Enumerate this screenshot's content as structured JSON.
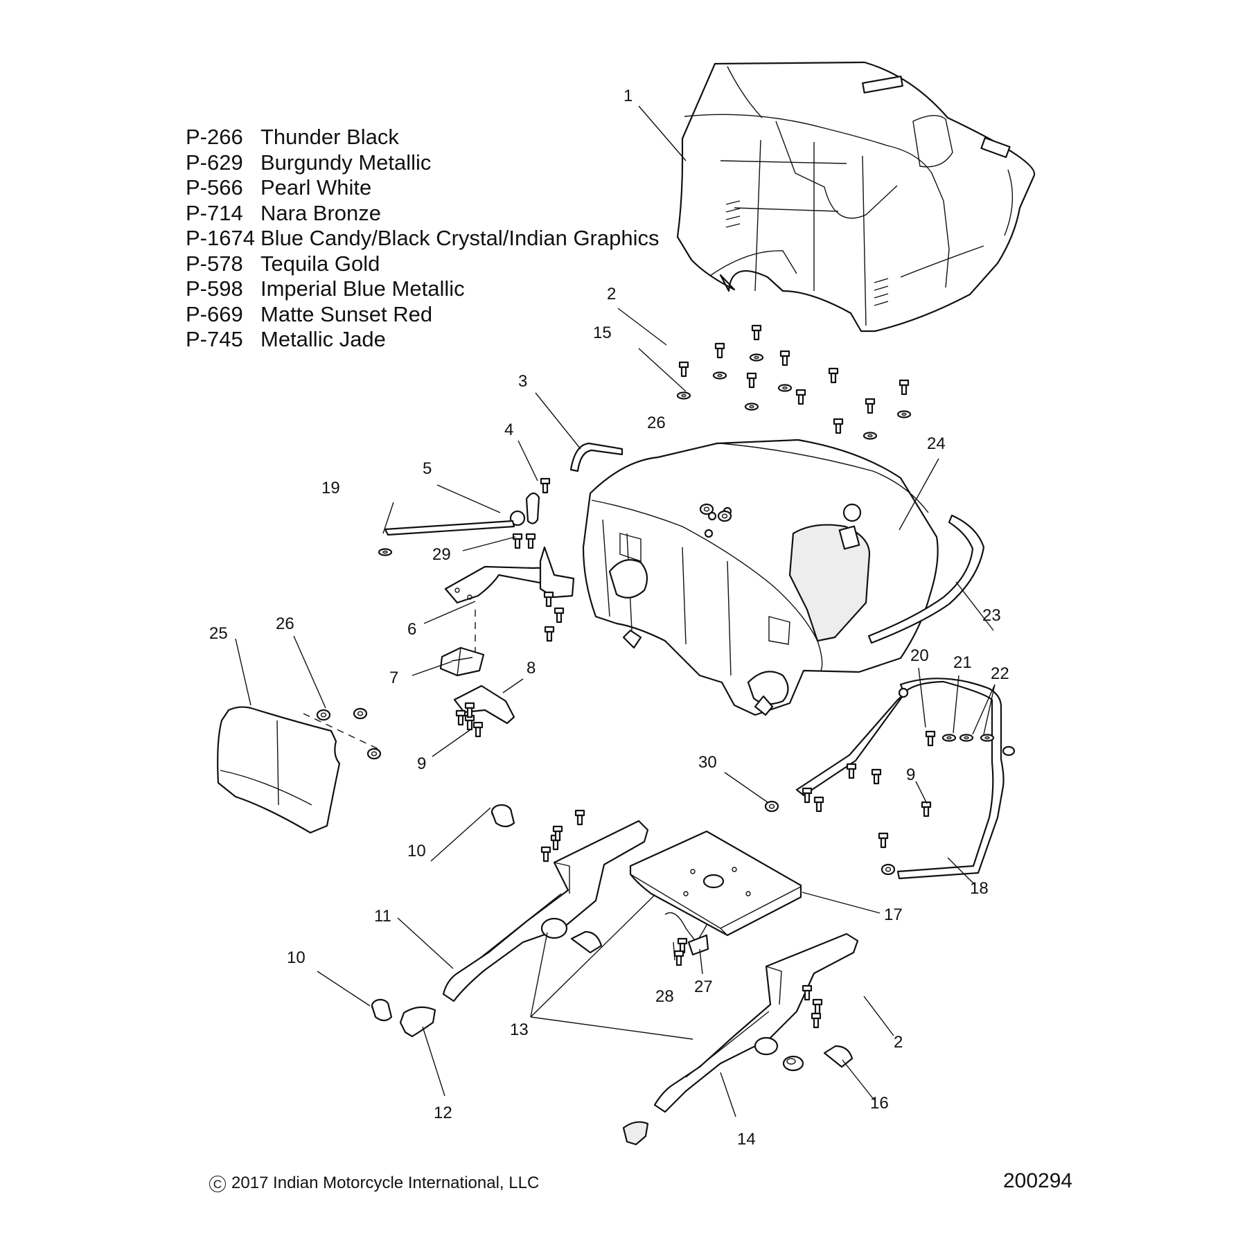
{
  "color_options": [
    {
      "code": "P-266",
      "name": "Thunder Black"
    },
    {
      "code": "P-629",
      "name": "Burgundy Metallic"
    },
    {
      "code": "P-566",
      "name": "Pearl White"
    },
    {
      "code": "P-714",
      "name": "Nara Bronze"
    },
    {
      "code": "P-1674",
      "name": "Blue Candy/Black Crystal/Indian Graphics"
    },
    {
      "code": "P-578",
      "name": "Tequila Gold"
    },
    {
      "code": "P-598",
      "name": "Imperial Blue Metallic"
    },
    {
      "code": "P-669",
      "name": "Matte Sunset Red"
    },
    {
      "code": "P-745",
      "name": "Metallic Jade"
    }
  ],
  "callouts": {
    "c1": "1",
    "c2a": "2",
    "c2b": "2",
    "c3": "3",
    "c4": "4",
    "c5": "5",
    "c6": "6",
    "c7": "7",
    "c8": "8",
    "c9a": "9",
    "c9b": "9",
    "c10a": "10",
    "c10b": "10",
    "c11": "11",
    "c12": "12",
    "c13": "13",
    "c14": "14",
    "c15": "15",
    "c16": "16",
    "c17": "17",
    "c18": "18",
    "c19": "19",
    "c20": "20",
    "c21": "21",
    "c22": "22",
    "c23": "23",
    "c24": "24",
    "c25": "25",
    "c26a": "26",
    "c26b": "26",
    "c27": "27",
    "c28": "28",
    "c29": "29",
    "c30": "30"
  },
  "copyright": {
    "symbol": "C",
    "text": "2017 Indian Motorcycle International, LLC"
  },
  "figure_id": "200294"
}
